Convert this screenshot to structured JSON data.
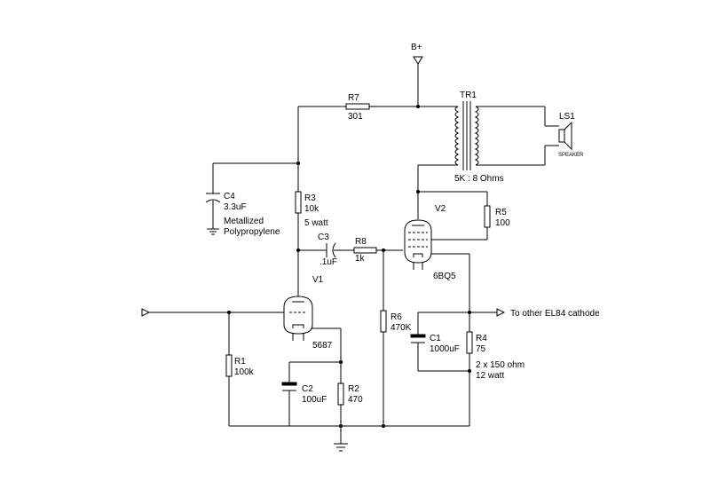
{
  "labels": {
    "bplus": "B+",
    "tr1": "TR1",
    "tr1_ratio": "5K : 8 Ohms",
    "ls1": "LS1",
    "speaker": "SPEAKER",
    "r7_ref": "R7",
    "r7_val": "301",
    "c4_ref": "C4",
    "c4_val": "3.3uF",
    "c4_note1": "Metallized",
    "c4_note2": "Polypropylene",
    "r3_ref": "R3",
    "r3_val": "10k",
    "r3_watt": "5 watt",
    "v2_ref": "V2",
    "v2_type": "6BQ5",
    "r5_ref": "R5",
    "r5_val": "100",
    "c3_ref": "C3",
    "c3_val": ".1uF",
    "r8_ref": "R8",
    "r8_val": "1k",
    "v1_ref": "V1",
    "v1_type": "5687",
    "to_other": "To other EL84 cathode",
    "r6_ref": "R6",
    "r6_val": "470K",
    "c1_ref": "C1",
    "c1_val": "1000uF",
    "r4_ref": "R4",
    "r4_val": "75",
    "r4_note1": "2 x 150 ohm",
    "r4_note2": "12 watt",
    "r1_ref": "R1",
    "r1_val": "100k",
    "c2_ref": "C2",
    "c2_val": "100uF",
    "r2_ref": "R2",
    "r2_val": "470"
  }
}
